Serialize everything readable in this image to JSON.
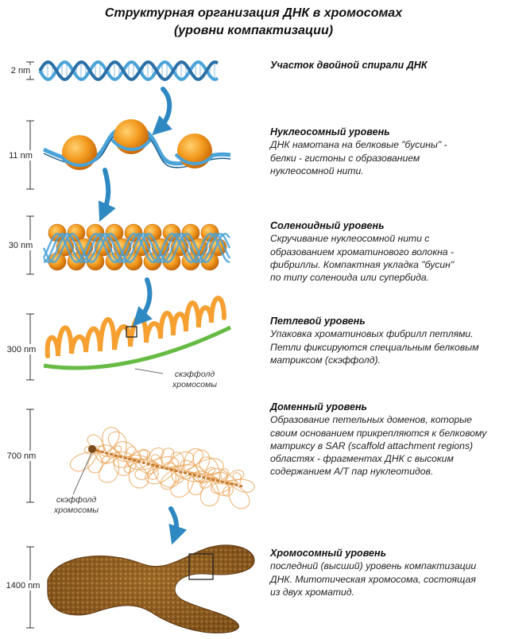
{
  "title": {
    "line1": "Структурная организация ДНК в хромосомах",
    "line2": "(уровни компактизации)"
  },
  "scale_labels": [
    "2 nm",
    "11 nm",
    "30 nm",
    "300 nm",
    "700 nm",
    "1400 nm"
  ],
  "image_labels": {
    "loop_scaffold_line1": "скэффолд",
    "loop_scaffold_line2": "хромосомы",
    "domain_scaffold_line1": "скэффолд",
    "domain_scaffold_line2": "хромосомы"
  },
  "levels": [
    {
      "heading": "Участок двойной спирали ДНК",
      "lines": []
    },
    {
      "heading": "Нуклеосомный уровень",
      "lines": [
        "ДНК намотана на белковые \"бусины\" -",
        "белки - гистоны с образованием",
        "нуклеосомной нити."
      ]
    },
    {
      "heading": "Соленоидный уровень",
      "lines": [
        "Скручивание нуклеосомной нити с",
        "образованием хроматинового волокна -",
        "фибриллы. Компактная укладка \"бусин\"",
        "по типу соленоида или супербида."
      ]
    },
    {
      "heading": "Петлевой уровень",
      "lines": [
        "Упаковка хроматиновых фибрилл петлями.",
        "Петли фиксируются специальным белковым",
        "матриксом (скэффолд)."
      ]
    },
    {
      "heading": "Доменный уровень",
      "lines": [
        "Образование петельных доменов, которые",
        "своим основанием прикрепляются к белковому",
        "матриксу в SAR (scaffold attachment regions)",
        "областях - фрагментах ДНК с высоким",
        "содержанием A/T пар нуклеотидов."
      ]
    },
    {
      "heading": "Хромосомный уровень",
      "lines": [
        "последний (высший) уровень компактизации",
        "ДНК. Митотическая хромосома, состоящая",
        "из двух хроматид."
      ]
    }
  ],
  "colors": {
    "dna_blue": "#4aa3d8",
    "nucleosome_orange": "#f39a1e",
    "loop_orange": "#f5a030",
    "scaffold_green": "#66bb44",
    "arrow_blue": "#2e88c2",
    "chromosome_brown": "#8a5a1e"
  }
}
